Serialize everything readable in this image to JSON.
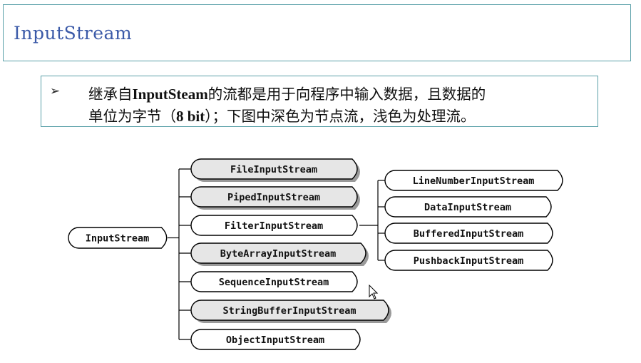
{
  "title": "InputStream",
  "description": {
    "bullet": "➢",
    "line1_pre": "继承自",
    "line1_bold": "InputSteam",
    "line1_post": "的流都是用于向程序中输入数据，且数据的",
    "line2_pre": "单位为字节（",
    "line2_bold": "8 bit",
    "line2_post": "）；下图中深色为节点流，浅色为处理流。"
  },
  "diagram": {
    "root": "InputStream",
    "children": [
      {
        "label": "FileInputStream",
        "kind": "node"
      },
      {
        "label": "PipedInputStream",
        "kind": "node"
      },
      {
        "label": "FilterInputStream",
        "kind": "processing"
      },
      {
        "label": "ByteArrayInputStream",
        "kind": "node"
      },
      {
        "label": "SequenceInputStream",
        "kind": "processing"
      },
      {
        "label": "StringBufferInputStream",
        "kind": "node"
      },
      {
        "label": "ObjectInputStream",
        "kind": "processing"
      }
    ],
    "filter_children": [
      {
        "label": "LineNumberInputStream",
        "kind": "processing"
      },
      {
        "label": "DataInputStream",
        "kind": "processing"
      },
      {
        "label": "BufferedInputStream",
        "kind": "processing"
      },
      {
        "label": "PushbackInputStream",
        "kind": "processing"
      }
    ]
  }
}
